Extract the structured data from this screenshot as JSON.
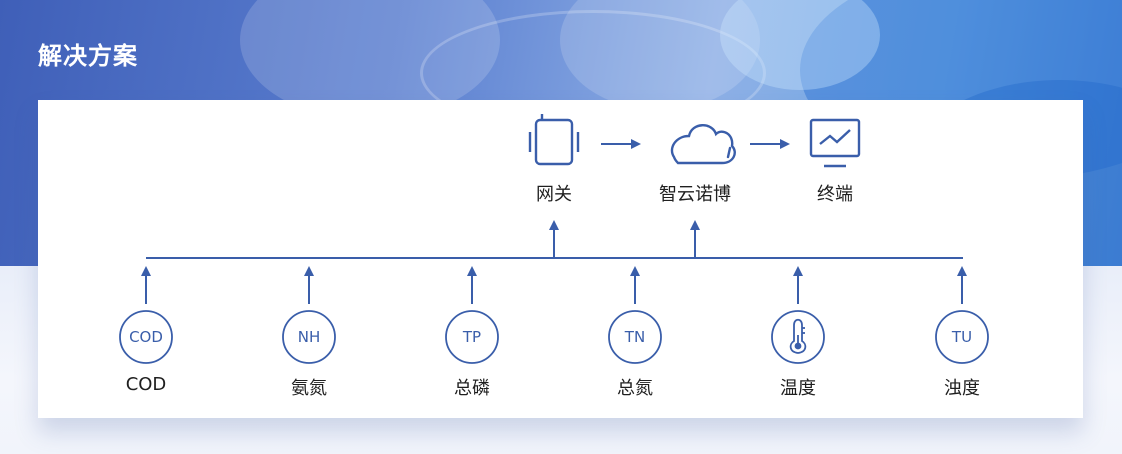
{
  "header": {
    "title": "解决方案"
  },
  "top": {
    "nodes": [
      {
        "label": "网关",
        "icon": "gateway-icon"
      },
      {
        "label": "智云诺博",
        "icon": "cloud-icon"
      },
      {
        "label": "终端",
        "icon": "monitor-icon"
      }
    ]
  },
  "sensors": [
    {
      "circle": "COD",
      "label": "COD"
    },
    {
      "circle": "NH",
      "label": "氨氮"
    },
    {
      "circle": "TP",
      "label": "总磷"
    },
    {
      "circle": "TN",
      "label": "总氮"
    },
    {
      "circle": "",
      "label": "温度",
      "icon": "thermometer-icon"
    },
    {
      "circle": "TU",
      "label": "浊度"
    }
  ],
  "colors": {
    "accent": "#3a5eaa",
    "header_bg": "#4f72c4",
    "text": "#1f1f1f"
  }
}
